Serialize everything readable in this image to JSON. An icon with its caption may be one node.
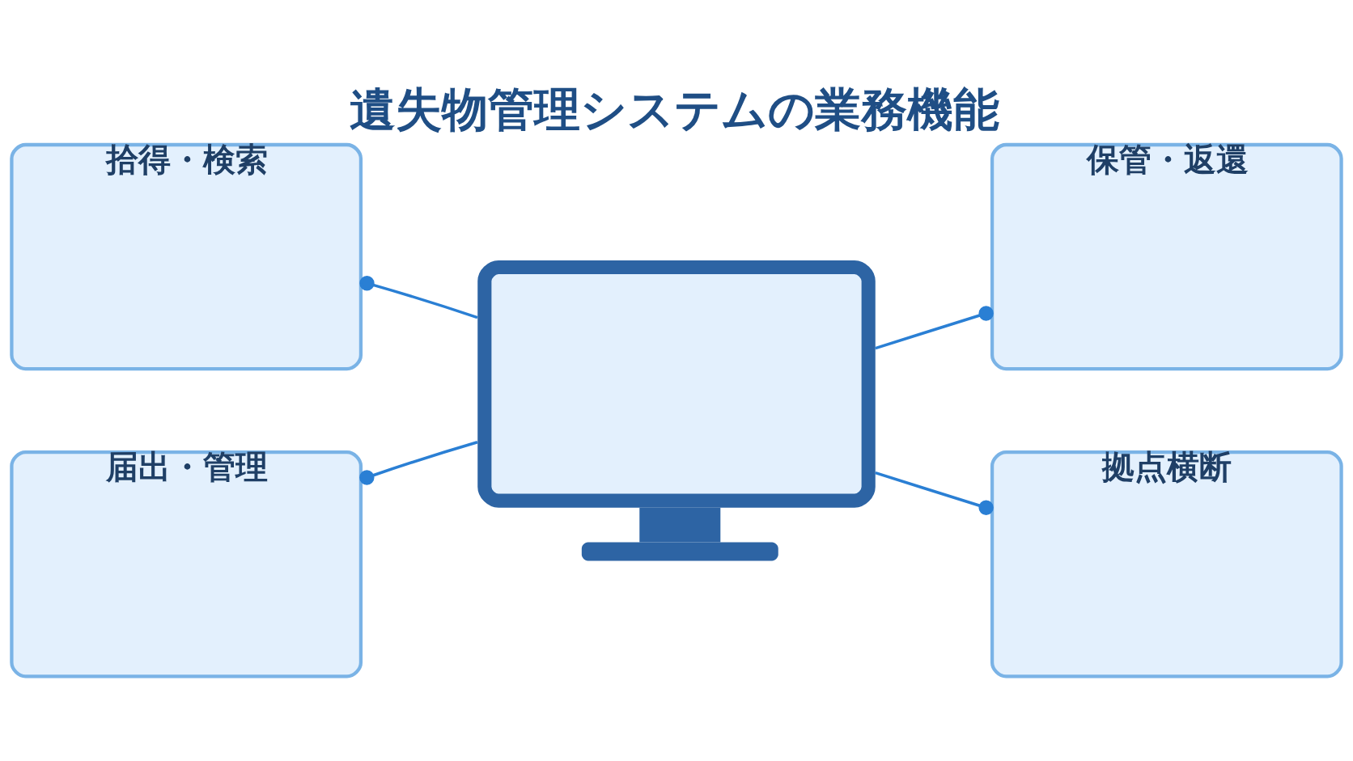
{
  "diagram": {
    "title": "遺失物管理システムの業務機能",
    "nodes": [
      {
        "text": [
          "拾得・検索"
        ]
      },
      {
        "text": [
          "保管・返還"
        ]
      },
      {
        "text": [],
        "shape": "monitor"
      },
      {
        "text": [
          "届出・管理"
        ]
      },
      {
        "text": [
          "拠点横断"
        ]
      }
    ],
    "edges": [
      {
        "from": 2,
        "to": 0,
        "arrow": "other"
      },
      {
        "from": 2,
        "to": 1,
        "arrow": "other"
      },
      {
        "from": 2,
        "to": 3,
        "arrow": "other"
      },
      {
        "from": 2,
        "to": 4,
        "arrow": "other"
      }
    ]
  }
}
